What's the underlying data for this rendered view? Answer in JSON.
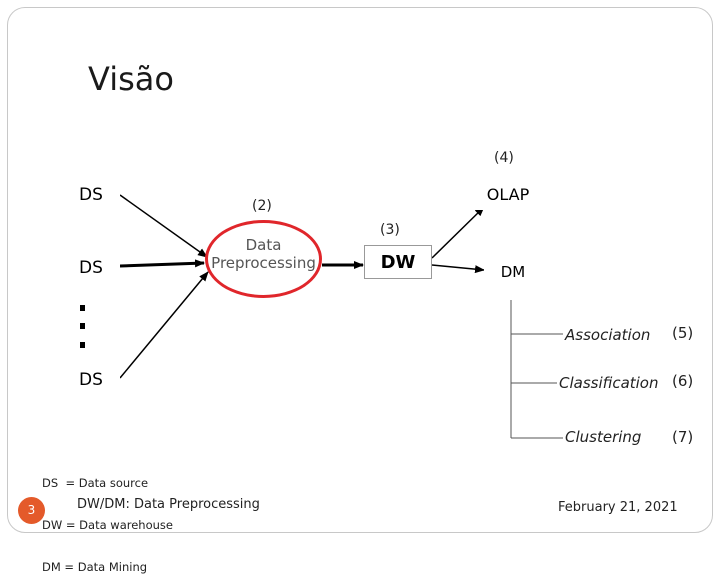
{
  "slide": {
    "title": "Visão",
    "page_number": "3",
    "footer_title": "DW/DM: Data Preprocessing",
    "footer_date": "February 21, 2021"
  },
  "diagram": {
    "sources": [
      "DS",
      "DS",
      "DS"
    ],
    "preprocessing": [
      "Data",
      "Preprocessing"
    ],
    "warehouse": "DW",
    "olap": "OLAP",
    "data_mining": "DM",
    "step_labels": {
      "preprocessing": "(2)",
      "warehouse": "(3)",
      "olap": "(4)"
    },
    "dm_tasks": [
      {
        "label": "Association",
        "number": "(5)"
      },
      {
        "label": "Classification",
        "number": "(6)"
      },
      {
        "label": "Clustering",
        "number": "(7)"
      }
    ],
    "ellipse_color": "#e0262b"
  },
  "legend": [
    "DS  = Data source",
    "DW = Data warehouse",
    "DM = Data Mining"
  ]
}
